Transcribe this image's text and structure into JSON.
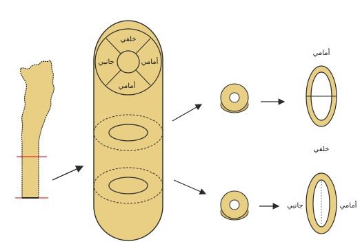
{
  "colors": {
    "bone_fill": "#e8cf83",
    "bone_stroke": "#2a2a2a",
    "cut_line": "#e0302a",
    "arrow": "#2a2a2a",
    "background": "#ffffff"
  },
  "labels": {
    "disc_sector_top": "خلفي",
    "disc_sector_left": "جانبي",
    "disc_sector_right": "أمامي",
    "disc_sector_bottom": "أمامي",
    "ring_top_label": "أمامي",
    "ring_bottom_top_label": "خلفي",
    "ring_bottom_left_label": "جانبي",
    "ring_bottom_right_label": "أمامي"
  }
}
